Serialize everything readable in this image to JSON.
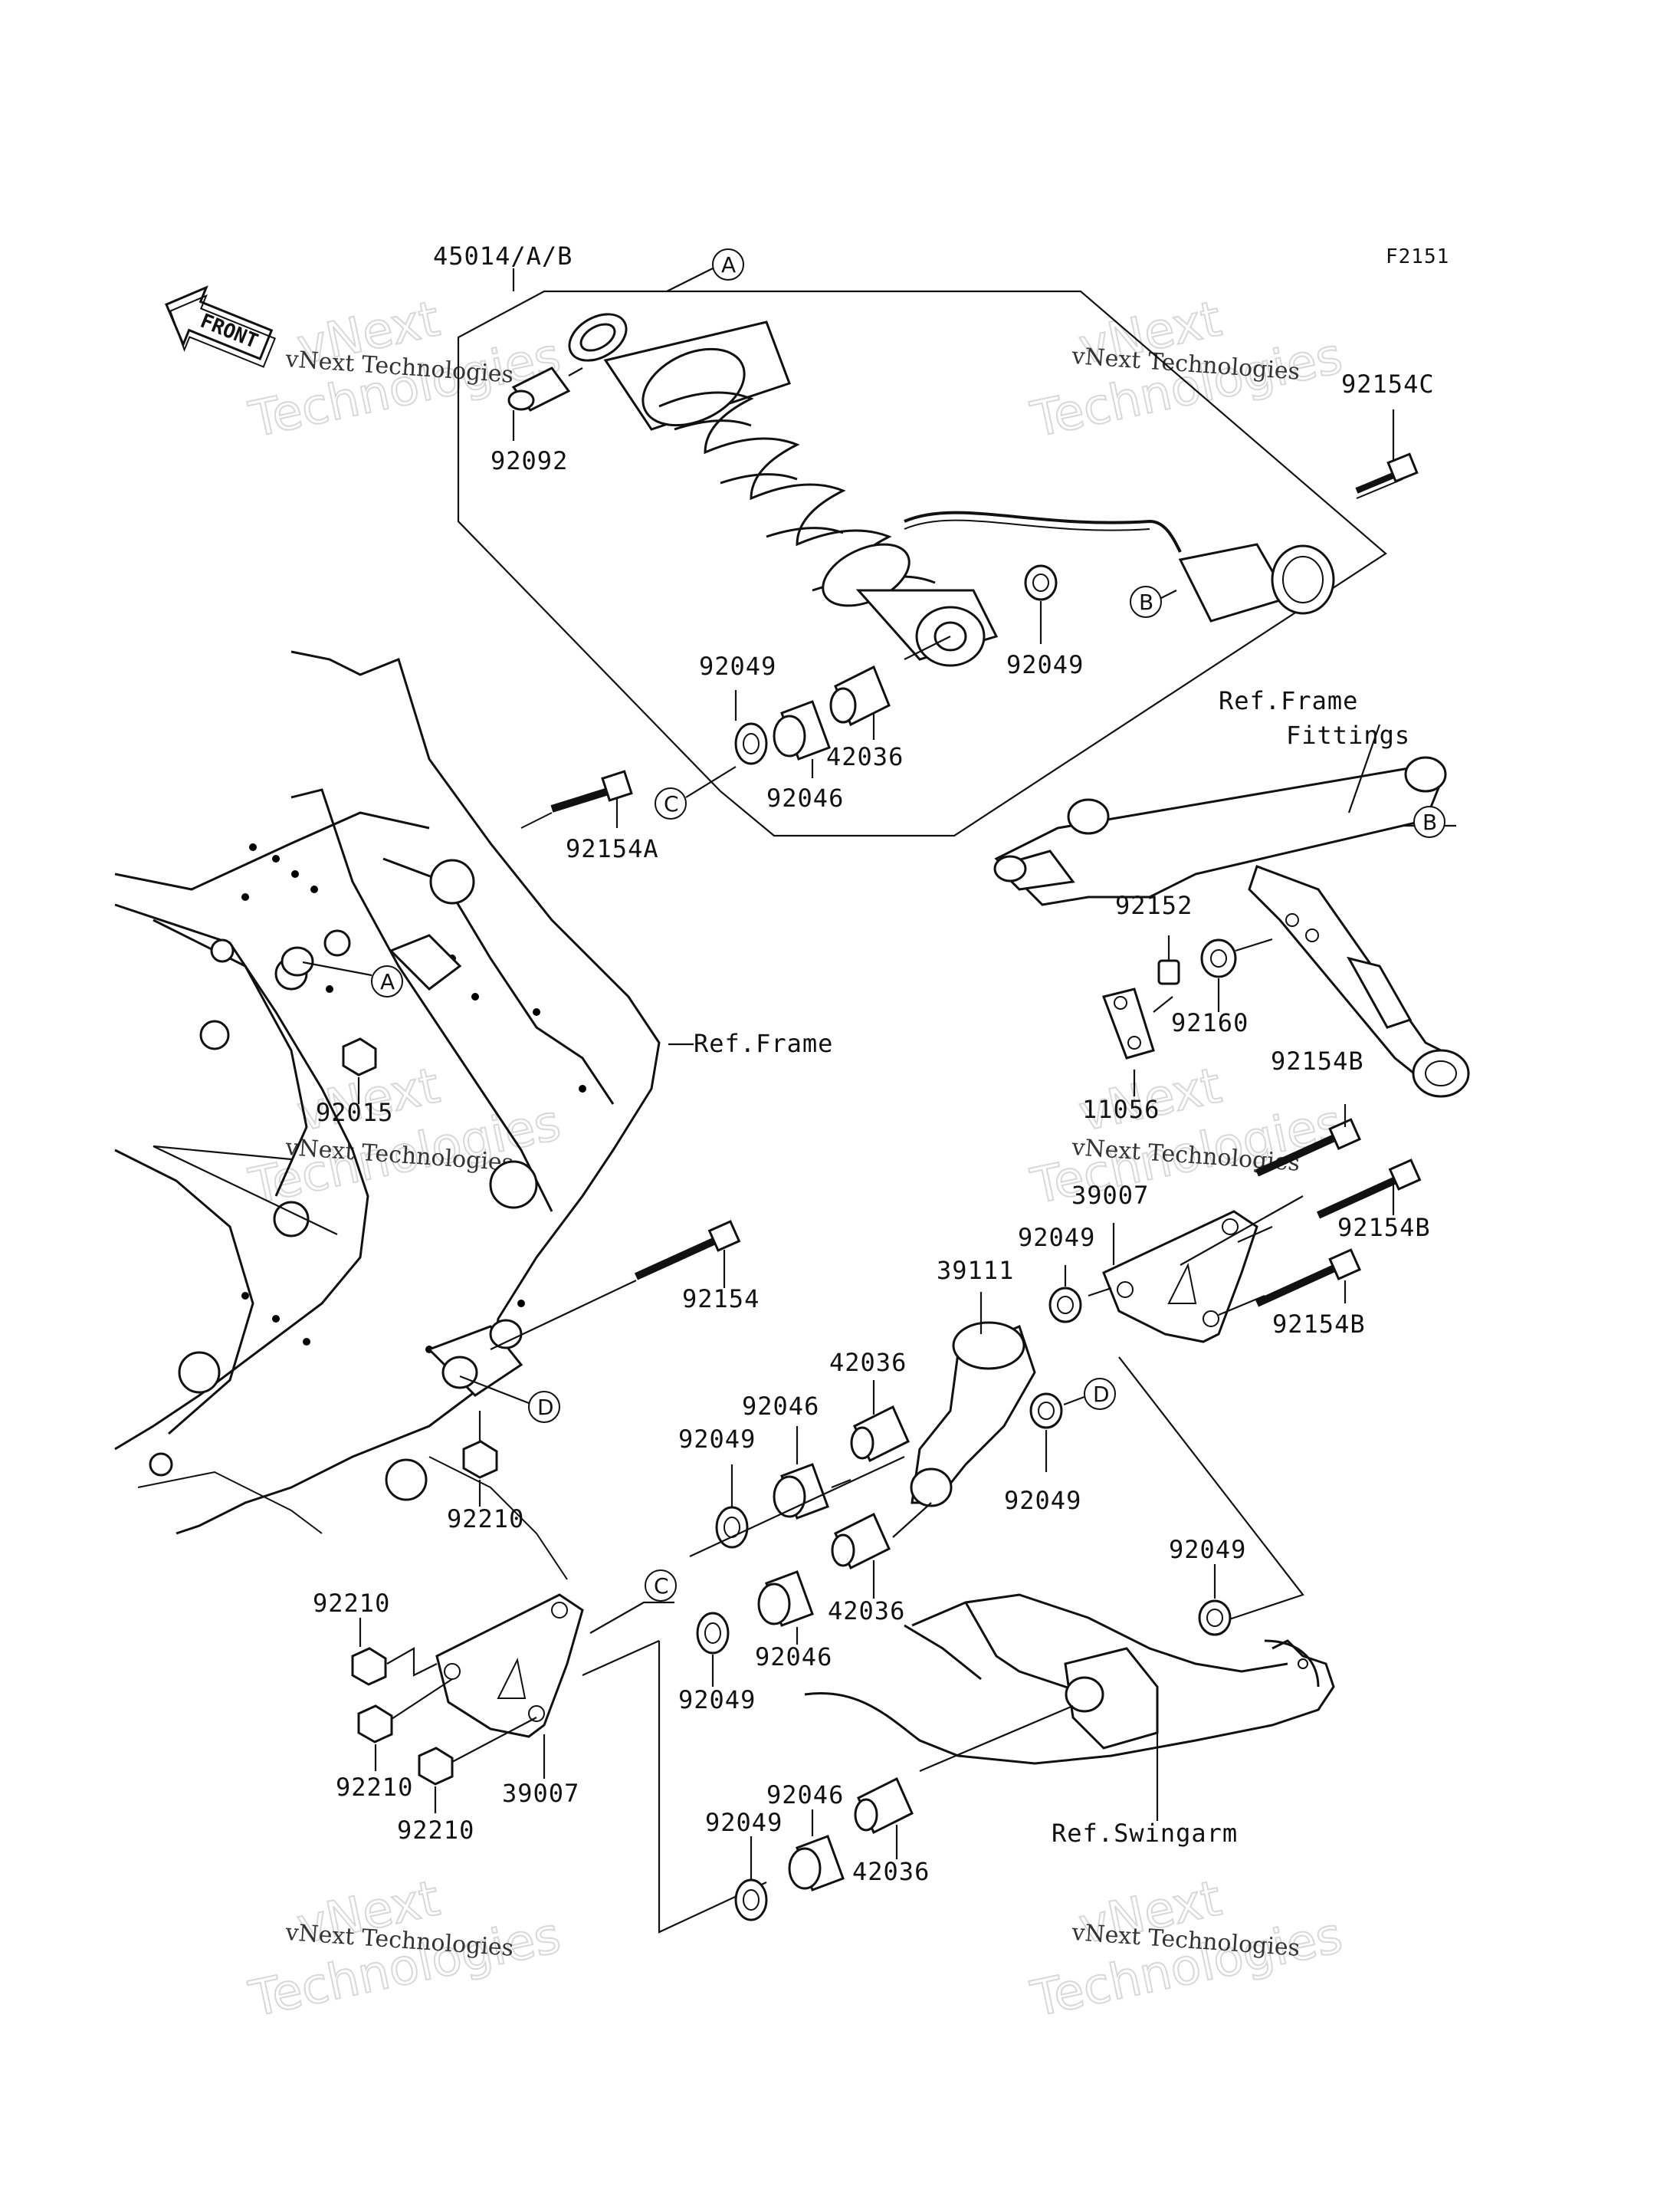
{
  "figure_code": "F2151",
  "front_arrow_label": "FRONT",
  "watermarks": [
    {
      "big": "vNext",
      "big2": "Technologies",
      "small": "vNext Technologies"
    },
    {
      "big": "vNext",
      "big2": "Technologies",
      "small": "vNext Technologies"
    },
    {
      "big": "vNext",
      "big2": "Technologies",
      "small": "vNext Technologies"
    },
    {
      "big": "vNext",
      "big2": "Technologies",
      "small": "vNext Technologies"
    },
    {
      "big": "vNext",
      "big2": "Technologies",
      "small": "vNext Technologies"
    },
    {
      "big": "vNext",
      "big2": "Technologies",
      "small": "vNext Technologies"
    }
  ],
  "reference_labels": {
    "frame_fittings_1": "Ref.Frame",
    "frame_fittings_2": "Fittings",
    "frame": "Ref.Frame",
    "swingarm": "Ref.Swingarm"
  },
  "callouts": {
    "A": "A",
    "B": "B",
    "C": "C",
    "D": "D"
  },
  "part_numbers": {
    "p45014": "45014/A/B",
    "p92092": "92092",
    "p92154C": "92154C",
    "p92049_top_left": "92049",
    "p92049_top_right": "92049",
    "p92046_top": "92046",
    "p42036_top": "42036",
    "p92154A": "92154A",
    "p92152": "92152",
    "p92160": "92160",
    "p11056": "11056",
    "p92154B_1": "92154B",
    "p92154B_2": "92154B",
    "p92154B_3": "92154B",
    "p92015": "92015",
    "p39007_right": "39007",
    "p92049_mid_right": "92049",
    "p39111": "39111",
    "p92154": "92154",
    "p42036_mid": "42036",
    "p92046_mid": "92046",
    "p92049_mid_left": "92049",
    "p92049_mid_right2": "92049",
    "p92210_frame": "92210",
    "p42036_low": "42036",
    "p92046_low": "92046",
    "p92049_low_left": "92049",
    "p92049_swingarm": "92049",
    "p92210_a": "92210",
    "p92210_b": "92210",
    "p92210_c": "92210",
    "p39007_left": "39007",
    "p92046_bottom": "92046",
    "p92049_bottom": "92049",
    "p42036_bottom": "42036"
  }
}
